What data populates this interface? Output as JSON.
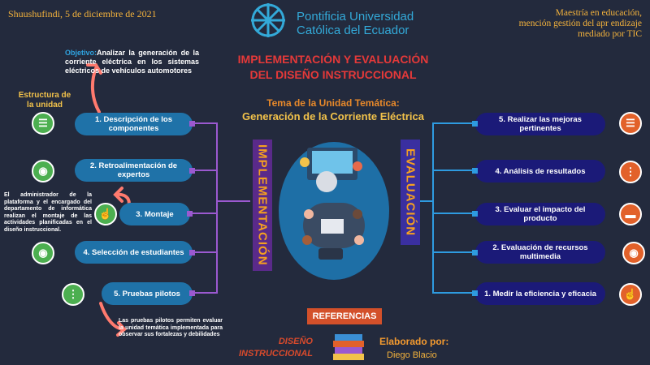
{
  "header": {
    "date": "Shuushufindi, 5 de diciembre de 2021",
    "university_line1": "Pontificia Universidad",
    "university_line2": "Católica del Ecuador",
    "master_line1": "Maestría en educación,",
    "master_line2": "mención gestión del apr endizaje",
    "master_line3": "mediado por TIC",
    "title_line1": "IMPLEMENTACIÓN Y EVALUACIÓN",
    "title_line2": "DEL DISEÑO INSTRUCCIONAL"
  },
  "topic": {
    "heading": "Tema de la Unidad Temática:",
    "title": "Generación de la Corriente Eléctrica"
  },
  "notes": {
    "objective_label": "Objetivo:",
    "objective_text": "Analizar la generación de la corriente eléctrica en los sistemas eléctricos de vehículos automotores",
    "structure": "Estructura de la unidad",
    "administrator": "El administrador de la plataforma y el encargado del departamento de informática realizan el montaje de las actividades planificadas en el diseño instruccional.",
    "pilot_tests": "Las pruebas pilotos permiten evaluar la unidad temática implementada para observar sus fortalezas y debilidades"
  },
  "implementation": {
    "label": "IMPLEMENTACIÓN",
    "steps": [
      {
        "label": "1. Descripción de los componentes",
        "icon": "list-icon"
      },
      {
        "label": "2. Retroalimentación de expertos",
        "icon": "eye-icon"
      },
      {
        "label": "3. Montaje",
        "icon": "hand-pointer-icon"
      },
      {
        "label": "4. Selección de estudiantes",
        "icon": "eye-icon"
      },
      {
        "label": "5. Pruebas pilotos",
        "icon": "dots-vertical-icon"
      }
    ]
  },
  "evaluation": {
    "label": "EVALUACIÓN",
    "steps": [
      {
        "label": "5. Realizar las mejoras pertinentes",
        "icon": "list-icon"
      },
      {
        "label": "4. Análisis de resultados",
        "icon": "dots-vertical-icon"
      },
      {
        "label": "3. Evaluar el impacto del producto",
        "icon": "chat-icon"
      },
      {
        "label": "2. Evaluación de recursos multimedia",
        "icon": "eye-icon"
      },
      {
        "label": "1. Medir la eficiencia y eficacia",
        "icon": "hand-pointer-icon"
      }
    ]
  },
  "footer": {
    "references": "REFERENCIAS",
    "design_line1": "DISEÑO",
    "design_line2": "INSTRUCCIONAL",
    "made_by_label": "Elaborado por:",
    "author": "Diego Blacio"
  },
  "colors": {
    "background": "#232a3d",
    "left_connector": "#9b59d0",
    "right_connector": "#2e9be0",
    "accent_orange": "#f5a020",
    "title_red": "#e53939"
  }
}
